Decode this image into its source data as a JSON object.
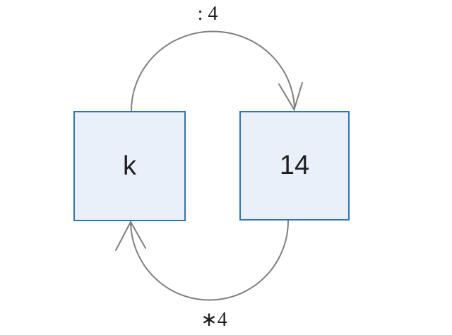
{
  "diagram": {
    "nodes": [
      {
        "id": "left",
        "label": "k"
      },
      {
        "id": "right",
        "label": "14"
      }
    ],
    "arrows": [
      {
        "id": "top",
        "label": ": 4",
        "from": "k",
        "to": "14",
        "direction": "left-to-right"
      },
      {
        "id": "bottom",
        "label": "∗4",
        "from": "14",
        "to": "k",
        "direction": "right-to-left"
      }
    ]
  },
  "colors": {
    "background": "#ffffff",
    "box_border": "#2e75b6",
    "box_fill": "#e9f0f9",
    "arrow": "#7f7f7f",
    "text": "#1f1f1f"
  }
}
